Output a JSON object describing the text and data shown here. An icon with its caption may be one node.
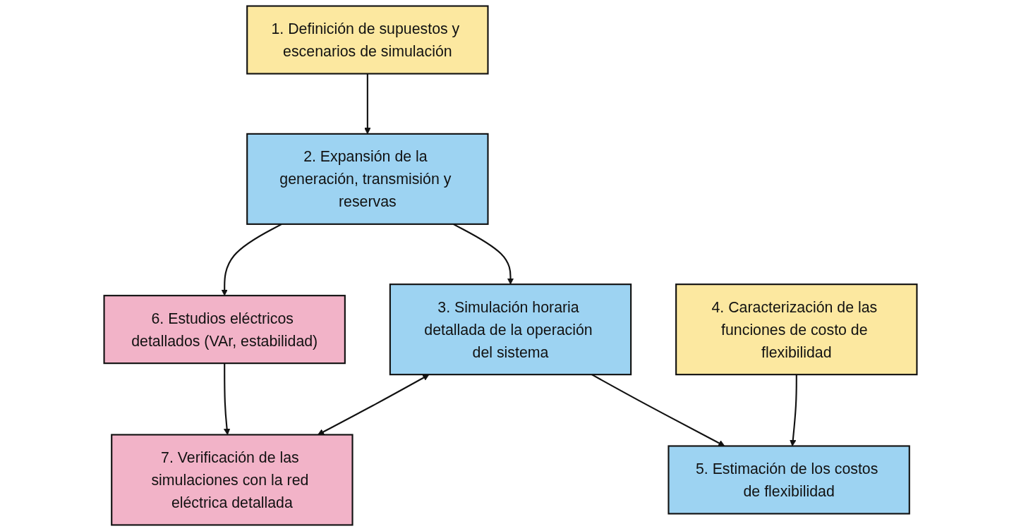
{
  "diagram": {
    "nodes": [
      {
        "text": [
          "1. Definición de supuestos y escenarios de simulación"
        ]
      },
      {
        "text": [
          "2. Expansión de la generación, transmisión y reservas"
        ]
      },
      {
        "text": [
          "3. Simulación horaria detallada de la operación del sistema"
        ]
      },
      {
        "text": [
          "4. Caracterización de las funciones de costo de flexibilidad"
        ]
      },
      {
        "text": [
          "5. Estimación de los costos de flexibilidad"
        ]
      },
      {
        "text": [
          "6. Estudios eléctricos detallados (VAr, estabilidad)"
        ]
      },
      {
        "text": [
          "7. Verificación de las simulaciones con la red eléctrica detallada"
        ]
      }
    ],
    "edges": [
      {
        "from": 0,
        "to": 1,
        "arrow": "to"
      },
      {
        "from": 1,
        "to": 2,
        "arrow": "to"
      },
      {
        "from": 2,
        "to": 4,
        "arrow": "to"
      },
      {
        "from": 3,
        "to": 4,
        "arrow": "to"
      },
      {
        "from": 1,
        "to": 5,
        "arrow": "to"
      },
      {
        "from": 2,
        "to": 6,
        "arrow": "both"
      },
      {
        "from": 5,
        "to": 6,
        "arrow": "to"
      }
    ]
  }
}
